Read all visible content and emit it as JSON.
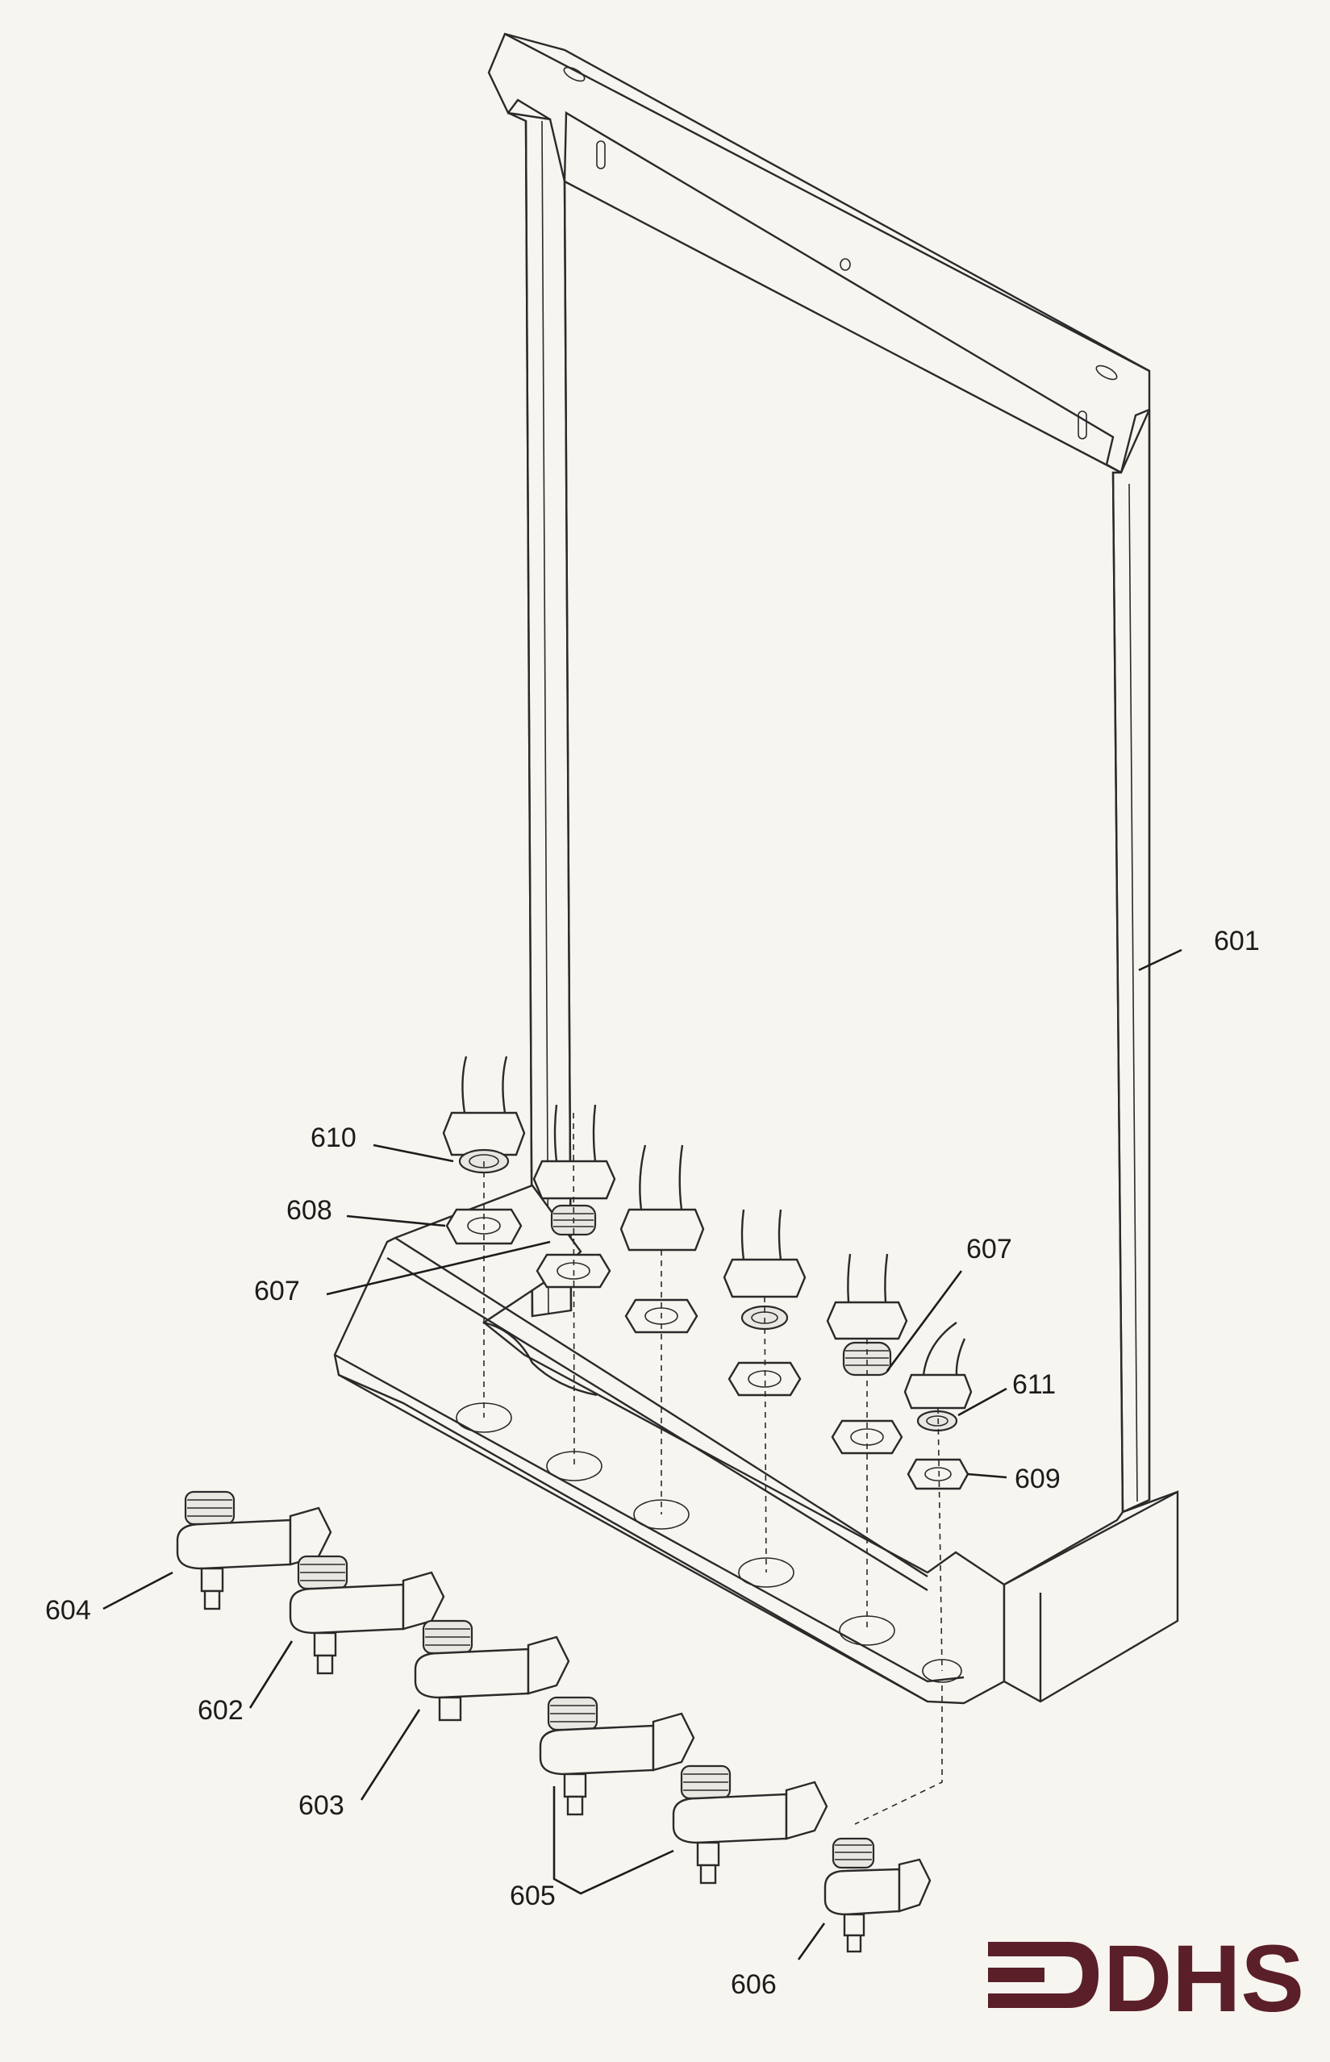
{
  "callouts": {
    "c601": "601",
    "c602": "602",
    "c603": "603",
    "c604": "604",
    "c605": "605",
    "c606": "606",
    "c607a": "607",
    "c607b": "607",
    "c608": "608",
    "c609": "609",
    "c610": "610",
    "c611": "611"
  },
  "logo": {
    "text": "DHS",
    "color": "#5b1f2a"
  },
  "icons": {
    "logo": "dhs-logo-icon",
    "valves": "isolating-valve-icon",
    "nuts": "hex-nut-icon",
    "washers": "sealing-washer-icon"
  }
}
